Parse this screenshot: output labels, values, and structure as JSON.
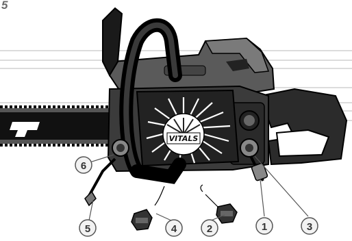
{
  "figure": {
    "number": "5"
  },
  "brand": {
    "logo_text": "VITALS"
  },
  "callouts": [
    {
      "id": "6",
      "label": "6"
    },
    {
      "id": "5",
      "label": "5"
    },
    {
      "id": "4",
      "label": "4"
    },
    {
      "id": "2",
      "label": "2"
    },
    {
      "id": "1",
      "label": "1"
    },
    {
      "id": "3",
      "label": "3"
    }
  ],
  "colors": {
    "body": "#3a3a3a",
    "body_light": "#6b6b6b",
    "handle": "#111111",
    "outline": "#000000",
    "callout_fill": "#f2f2f2",
    "stripe": "#d9d9d9"
  }
}
